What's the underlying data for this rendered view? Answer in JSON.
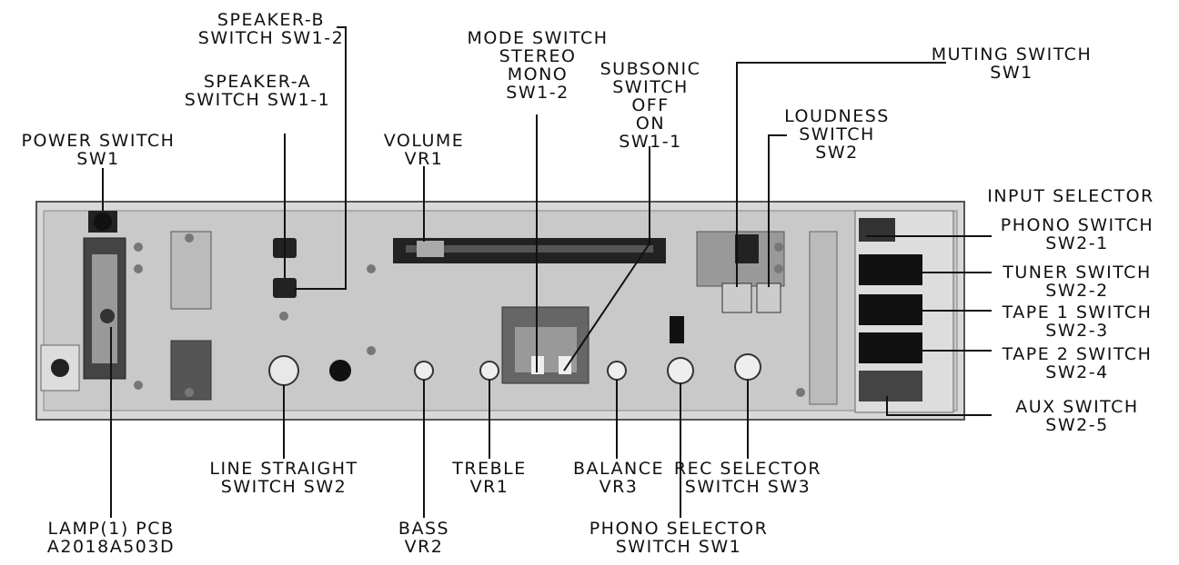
{
  "labels": {
    "power_switch": [
      "POWER SWITCH",
      "SW1"
    ],
    "speaker_a": [
      "SPEAKER-A",
      "SWITCH SW1-1"
    ],
    "speaker_b": [
      "SPEAKER-B",
      "SWITCH SW1-2"
    ],
    "volume": [
      "VOLUME",
      "VR1"
    ],
    "mode_switch": [
      "MODE SWITCH",
      "STEREO",
      "MONO",
      "SW1-2"
    ],
    "subsonic": [
      "SUBSONIC",
      "SWITCH",
      "OFF",
      "ON",
      "SW1-1"
    ],
    "muting": [
      "MUTING SWITCH",
      "SW1"
    ],
    "loudness": [
      "LOUDNESS",
      "SWITCH",
      "SW2"
    ],
    "input_selector": [
      "INPUT SELECTOR"
    ],
    "phono_switch": [
      "PHONO SWITCH",
      "SW2-1"
    ],
    "tuner_switch": [
      "TUNER SWITCH",
      "SW2-2"
    ],
    "tape1_switch": [
      "TAPE 1 SWITCH",
      "SW2-3"
    ],
    "tape2_switch": [
      "TAPE 2 SWITCH",
      "SW2-4"
    ],
    "aux_switch": [
      "AUX SWITCH",
      "SW2-5"
    ],
    "line_straight": [
      "LINE STRAIGHT",
      "SWITCH SW2"
    ],
    "treble": [
      "TREBLE",
      "VR1"
    ],
    "balance": [
      "BALANCE",
      "VR3"
    ],
    "rec_selector": [
      "REC SELECTOR",
      "SWITCH SW3"
    ],
    "lamp_pcb": [
      "LAMP(1) PCB",
      "A2018A503D"
    ],
    "bass": [
      "BASS",
      "VR2"
    ],
    "phono_selector": [
      "PHONO SELECTOR",
      "SWITCH SW1"
    ]
  }
}
